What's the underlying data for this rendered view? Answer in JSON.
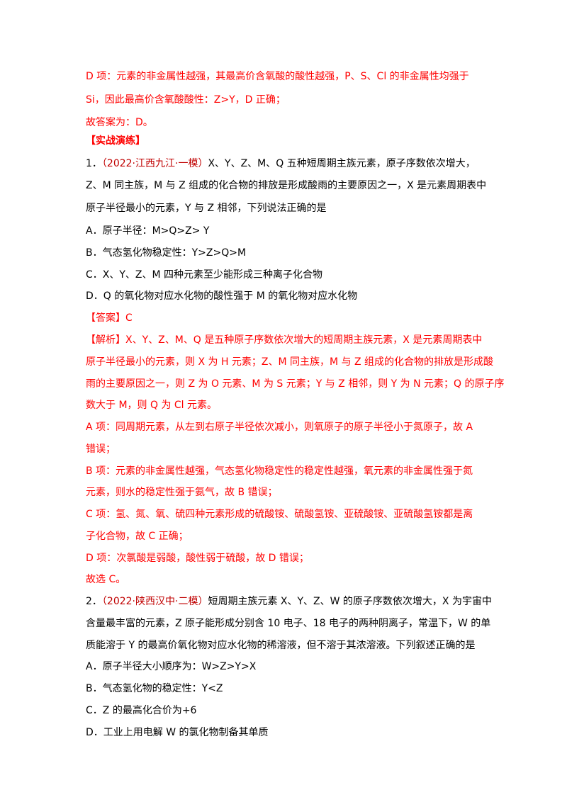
{
  "prev": {
    "d_line1": "D 项：元素的非金属性越强，其最高价含氧酸的酸性越强，P、S、Cl 的非金属性均强于",
    "d_line2": "Si，因此最高价含氧酸酸性：Z>Y，D 正确；",
    "conclusion": "故答案为：D。"
  },
  "section_title": "【实战演练】",
  "q1": {
    "num": "1．",
    "source": "（2022·江西九江·一模）",
    "stem_line1": "X、Y、Z、M、Q 五种短周期主族元素，原子序数依次增大，",
    "stem_line2": "Z、M 同主族，M 与 Z 组成的化合物的排放是形成酸雨的主要原因之一，X 是元素周期表中",
    "stem_line3": "原子半径最小的元素，Y 与 Z 相邻，下列说法正确的是",
    "options": {
      "a": "A．原子半径：M>Q>Z> Y",
      "b": "B．气态氢化物稳定性：Y>Z>Q>M",
      "c": "C．X、Y、Z、M 四种元素至少能形成三种离子化合物",
      "d": "D．Q 的氧化物对应水化物的酸性强于 M 的氧化物对应水化物"
    },
    "answer": "【答案】C",
    "analysis": {
      "line1": "【解析】X、Y、Z、M、Q 是五种原子序数依次增大的短周期主族元素，X 是元素周期表中",
      "line2": "原子半径最小的元素，则 X 为 H 元素；Z、M 同主族，M 与 Z 组成的化合物的排放是形成酸",
      "line3": "雨的主要原因之一，则 Z 为 O 元素、M 为 S 元素；Y 与 Z 相邻，则 Y 为 N 元素；Q 的原子序",
      "line4": "数大于 M，则 Q 为 Cl 元素。",
      "a_line1": "A 项：同周期元素，从左到右原子半径依次减小，则氧原子的原子半径小于氮原子，故 A",
      "a_line2": "错误；",
      "b_line1": "B 项：元素的非金属性越强，气态氢化物稳定性的稳定性越强，氧元素的非金属性强于氮",
      "b_line2": "元素，则水的稳定性强于氨气，故 B 错误；",
      "c_line1": "C 项：氢、氮、氧、硫四种元素形成的硫酸铵、硫酸氢铵、亚硫酸铵、亚硫酸氢铵都是离",
      "c_line2": "子化合物，故 C 正确；",
      "d_line1": "D 项：次氯酸是弱酸，酸性弱于硫酸，故 D 错误；",
      "conclusion": "故选 C。"
    }
  },
  "q2": {
    "num": "2．",
    "source": "（2022·陕西汉中·二模）",
    "stem_line1": "短周期主族元素 X、Y、Z、W 的原子序数依次增大，X 为宇宙中",
    "stem_line2": "含量最丰富的元素，Z 原子能形成分别含 10 电子、18 电子的两种阴离子，常温下，W 的单",
    "stem_line3": "质能溶于 Y 的最高价氧化物对应水化物的稀溶液，但不溶于其浓溶液。下列叙述正确的是",
    "options": {
      "a": "A．原子半径大小顺序为：W>Z>Y>X",
      "b": "B．气态氢化物的稳定性：Y<Z",
      "c": "C．Z 的最高化合价为+6",
      "d": "D．工业上用电解 W 的氯化物制备其单质"
    }
  }
}
